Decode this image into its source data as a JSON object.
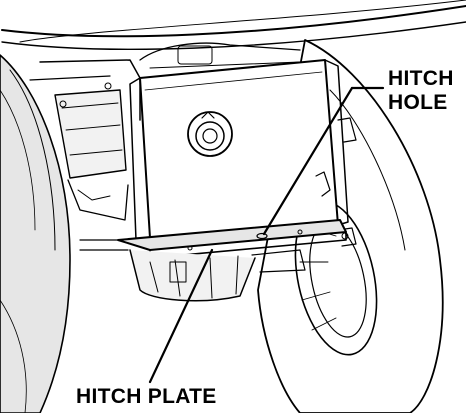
{
  "callouts": {
    "hitch_hole": {
      "line1": "HITCH",
      "line2": "HOLE"
    },
    "hitch_plate": "HITCH PLATE"
  },
  "colors": {
    "ink": "#000000",
    "paper": "#ffffff",
    "shade": "#d9d9d9"
  }
}
